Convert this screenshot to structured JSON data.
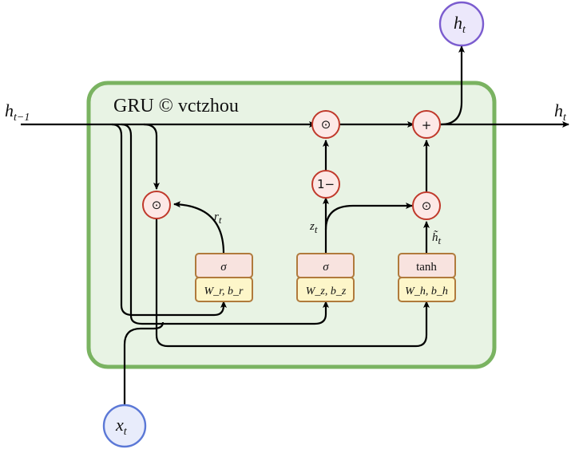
{
  "title": "GRU © vctzhou",
  "inputs": {
    "h_prev": {
      "base": "h",
      "sub": "t−1"
    },
    "x_t": {
      "base": "x",
      "sub": "t"
    }
  },
  "outputs": {
    "h_right": {
      "base": "h",
      "sub": "t"
    },
    "h_top": {
      "base": "h",
      "sub": "t"
    }
  },
  "operators": {
    "hadamard": "⊙",
    "plus": "+",
    "one_minus": "1−"
  },
  "gates": {
    "reset": {
      "activation": "σ",
      "params": "W_r,  b_r"
    },
    "update": {
      "activation": "σ",
      "params": "W_z,  b_z"
    },
    "candidate": {
      "activation": "tanh",
      "params": "W_h,  b_h"
    }
  },
  "signals": {
    "r_t": {
      "base": "r",
      "sub": "t"
    },
    "z_t": {
      "base": "z",
      "sub": "t"
    },
    "h_tilde": {
      "base": "h̃",
      "sub": "t"
    }
  },
  "colors": {
    "cell_fill": "#e8f3e4",
    "cell_border": "#7ab361",
    "operator_border": "#c0392b",
    "gate_border": "#b07a3c",
    "output_node_border": "#7b5ccf",
    "input_node_border": "#5b78d6"
  }
}
